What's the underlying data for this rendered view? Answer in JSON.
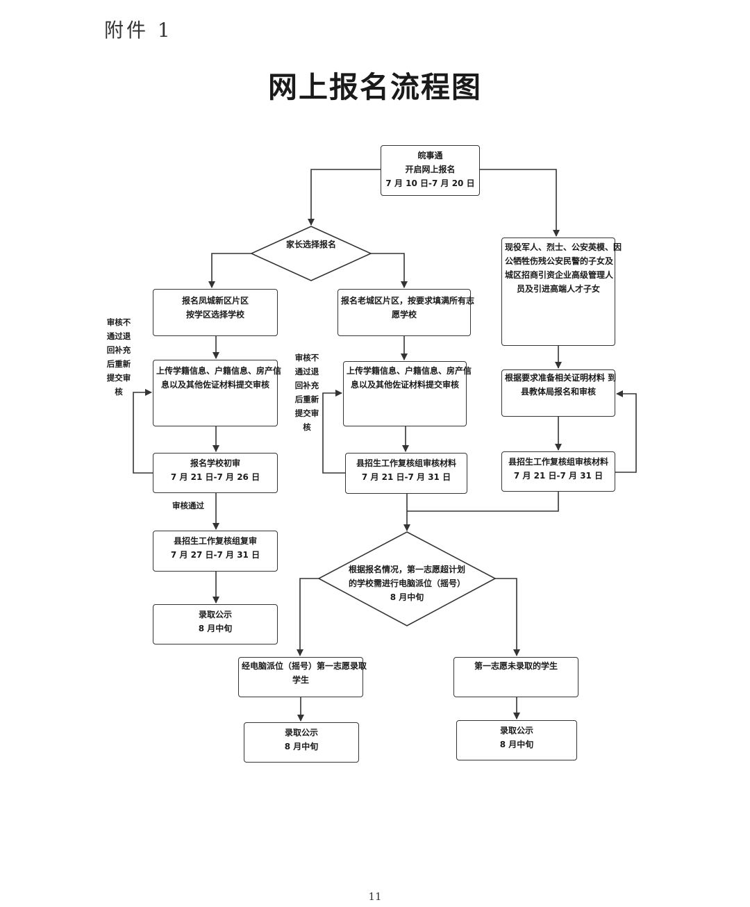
{
  "header": {
    "attachment": "附件 1",
    "title": "网上报名流程图"
  },
  "footer": {
    "page_number": "11"
  },
  "nodes": {
    "start": [
      "皖事通",
      "开启网上报名",
      "7 月 10 日-7 月 20 日"
    ],
    "parent_choice": [
      "家长选择报名"
    ],
    "fc_signup": [
      "报名凤城新区片区",
      "按学区选择学校"
    ],
    "lc_signup": [
      "报名老城区片区，按要求填满所有志",
      "愿学校"
    ],
    "special": [
      "现役军人、烈士、公安英模、因",
      "公牺牲伤残公安民警的子女及",
      "城区招商引资企业高级管理人",
      "员及引进高端人才子女"
    ],
    "fc_upload": [
      "上传学籍信息、户籍信息、房产信",
      "息以及其他佐证材料提交审核"
    ],
    "lc_upload": [
      "上传学籍信息、户籍信息、房产信",
      "息以及其他佐证材料提交审核"
    ],
    "special_prepare": [
      "根据要求准备相关证明材料 到",
      "县教体局报名和审核"
    ],
    "fc_first_review": [
      "报名学校初审",
      "7 月 21 日-7 月 26 日"
    ],
    "lc_review": [
      "县招生工作复核组审核材料",
      "7 月 21 日-7 月 31 日"
    ],
    "special_review": [
      "县招生工作复核组审核材料",
      "7 月 21 日-7 月 31 日"
    ],
    "fc_second_review": [
      "县招生工作复核组复审",
      "7 月 27 日-7 月 31 日"
    ],
    "fc_publish": [
      "录取公示",
      "8 月中旬"
    ],
    "lottery": [
      "根据报名情况，第一志愿超计划",
      "的学校需进行电脑派位（摇号）",
      "8 月中旬"
    ],
    "lottery_admitted": [
      "经电脑派位（摇号）第一志愿录取",
      "学生"
    ],
    "not_admitted": [
      "第一志愿未录取的学生"
    ],
    "admitted_publish": [
      "录取公示",
      "8 月中旬"
    ],
    "not_admitted_publish": [
      "录取公示",
      "8 月中旬"
    ]
  },
  "notes": {
    "fail_left": [
      "审核不",
      "通过退",
      "回补充",
      "后重新",
      "提交审",
      "核"
    ],
    "fail_mid": [
      "审核不",
      "通过退",
      "回补充",
      "后重新",
      "提交审",
      "核"
    ],
    "pass": [
      "审核通过"
    ]
  }
}
